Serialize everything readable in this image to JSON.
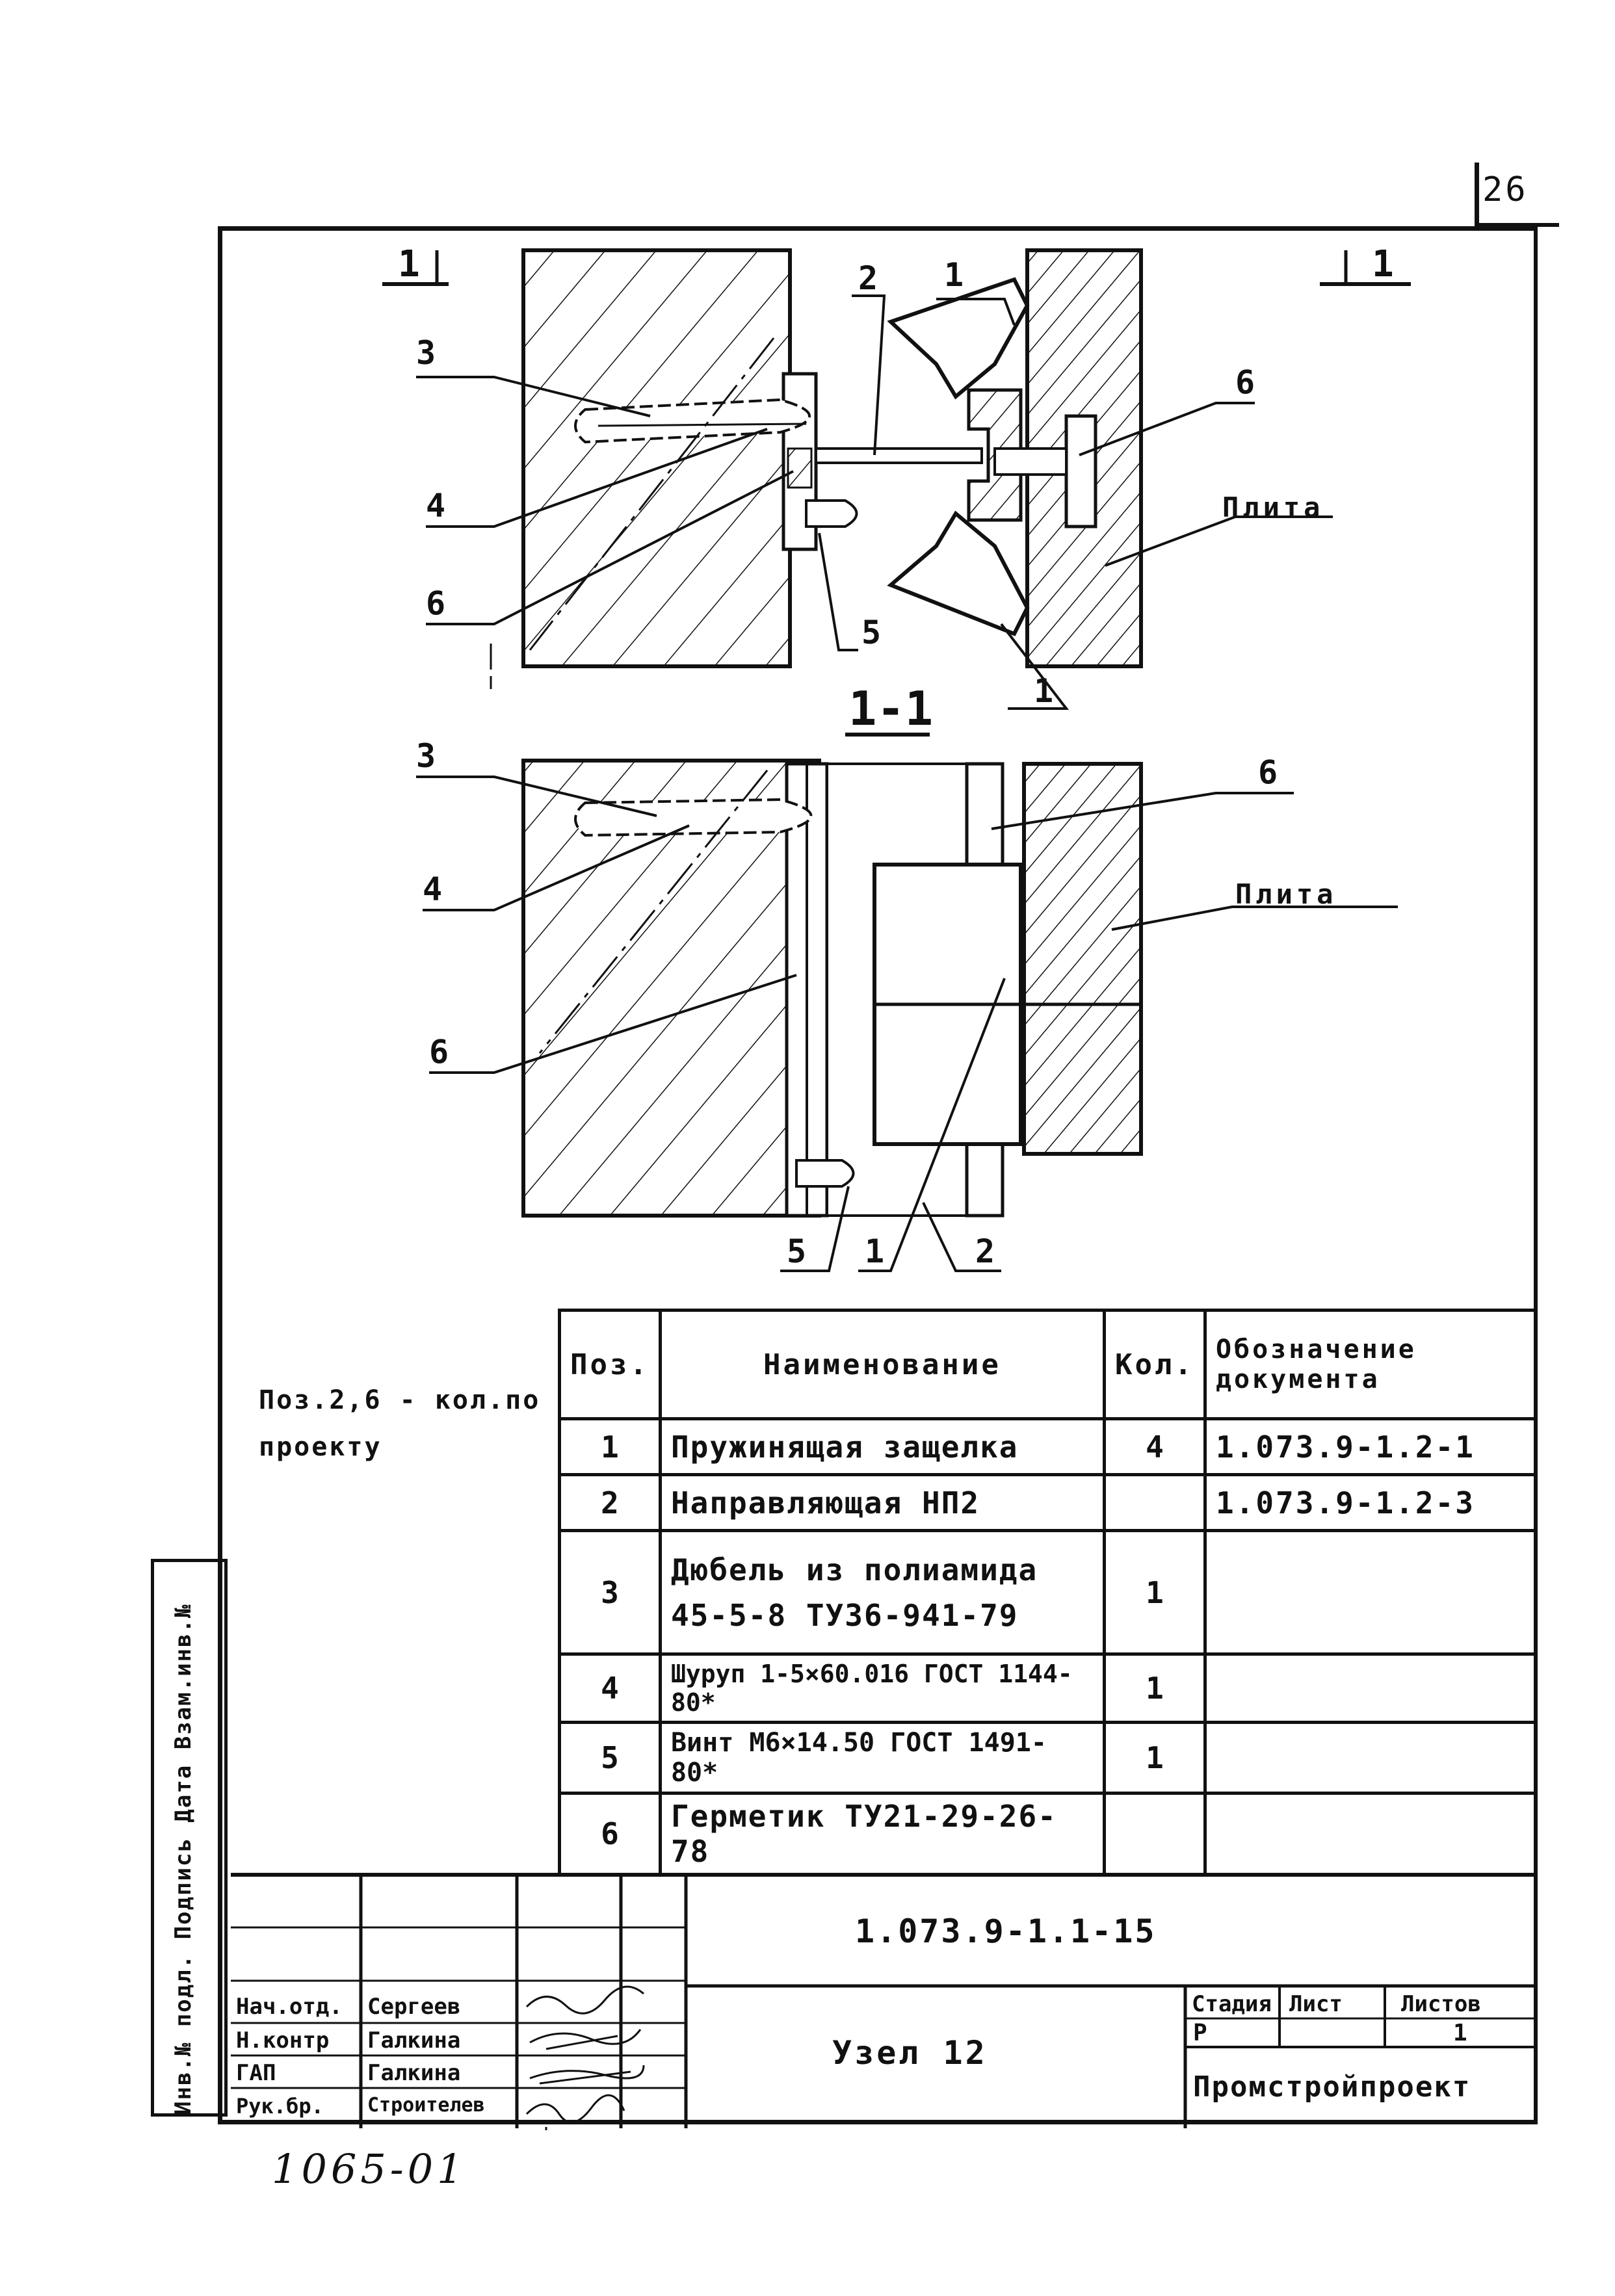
{
  "sheet": {
    "number": "26",
    "handwritten_mark": "1065-01"
  },
  "drawing": {
    "section_mark": "1",
    "section_title": "1-1",
    "plate_label": "Плита",
    "callouts": [
      "1",
      "2",
      "3",
      "4",
      "5",
      "6"
    ]
  },
  "note": "Поз.2,6 - кол.по проекту",
  "spec_table": {
    "headers": {
      "pos": "Поз.",
      "name": "Наименование",
      "qty": "Кол.",
      "doc": "Обозначение документа"
    },
    "rows": [
      {
        "pos": "1",
        "name": "Пружинящая защелка",
        "qty": "4",
        "doc": "1.073.9-1.2-1"
      },
      {
        "pos": "2",
        "name": "Направляющая НП2",
        "qty": "",
        "doc": "1.073.9-1.2-3"
      },
      {
        "pos": "3",
        "name": "Дюбель из полиамида 45-5-8 ТУ36-941-79",
        "qty": "1",
        "doc": ""
      },
      {
        "pos": "4",
        "name": "Шуруп 1-5×60.016 ГОСТ 1144-80*",
        "qty": "1",
        "doc": ""
      },
      {
        "pos": "5",
        "name": "Винт М6×14.50 ГОСТ 1491-80*",
        "qty": "1",
        "doc": ""
      },
      {
        "pos": "6",
        "name": "Герметик ТУ21-29-26-78",
        "qty": "",
        "doc": ""
      }
    ]
  },
  "side_stamp": "Инв.№ подл. Подпись Дата Взам.инв.№",
  "title_block": {
    "designation": "1.073.9-1.1-15",
    "title": "Узел 12",
    "organization": "Промстройпроект",
    "stage_header": "Стадия",
    "sheet_header": "Лист",
    "sheets_header": "Листов",
    "stage": "Р",
    "sheet": "",
    "sheets": "1",
    "people": [
      {
        "role": "Нач.отд.",
        "name": "Сергеев"
      },
      {
        "role": "Н.контр",
        "name": "Галкина"
      },
      {
        "role": "ГАП",
        "name": "Галкина"
      },
      {
        "role": "Рук.бр.",
        "name": "Строителев"
      }
    ]
  }
}
